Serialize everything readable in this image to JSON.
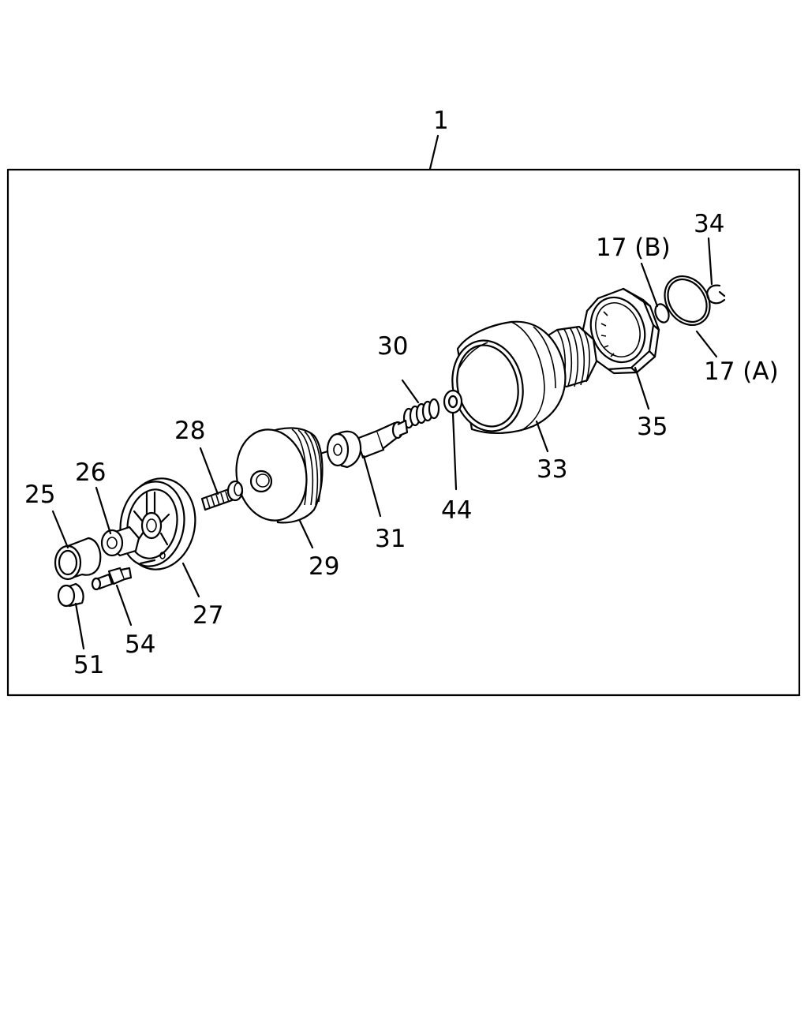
{
  "callouts": {
    "c1": "1",
    "c17a": "17 (A)",
    "c17b": "17 (B)",
    "c25": "25",
    "c26": "26",
    "c27": "27",
    "c28": "28",
    "c29": "29",
    "c30": "30",
    "c31": "31",
    "c33": "33",
    "c34": "34",
    "c35": "35",
    "c44": "44",
    "c51": "51",
    "c54": "54"
  }
}
